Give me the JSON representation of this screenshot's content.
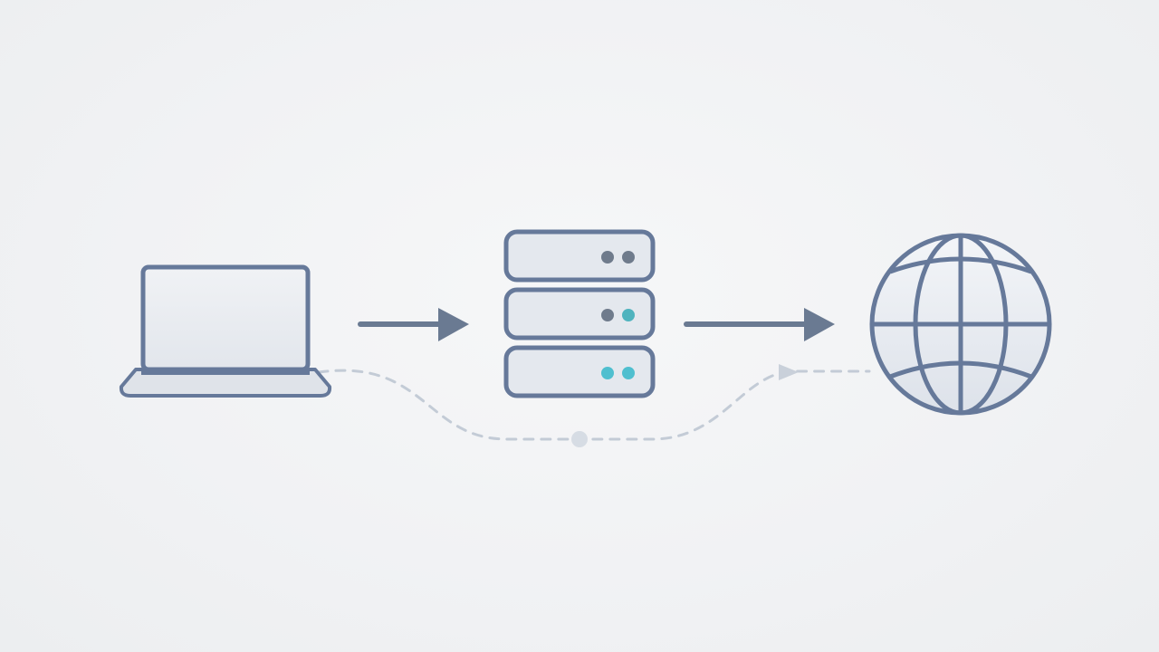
{
  "diagram": {
    "nodes": [
      {
        "id": "client",
        "icon": "laptop-icon"
      },
      {
        "id": "server",
        "icon": "server-rack-icon"
      },
      {
        "id": "internet",
        "icon": "globe-icon"
      }
    ],
    "edges": [
      {
        "from": "client",
        "to": "server",
        "style": "solid-arrow"
      },
      {
        "from": "server",
        "to": "internet",
        "style": "solid-arrow"
      },
      {
        "from": "client",
        "to": "internet",
        "style": "dashed-arrow",
        "via": "bypass-waypoint"
      }
    ],
    "server_status_lights": [
      {
        "unit": 1,
        "colors": [
          "#6f7b8c",
          "#6f7b8c"
        ]
      },
      {
        "unit": 2,
        "colors": [
          "#6f7b8c",
          "#4fb3be"
        ]
      },
      {
        "unit": 3,
        "colors": [
          "#4fbfcf",
          "#4fbfcf"
        ]
      }
    ],
    "colors": {
      "outline": "#66799a",
      "fill": "#e4e8ee",
      "arrow": "#6a7a92",
      "dashed": "#c3cbd6",
      "background": "#f1f2f4"
    }
  }
}
